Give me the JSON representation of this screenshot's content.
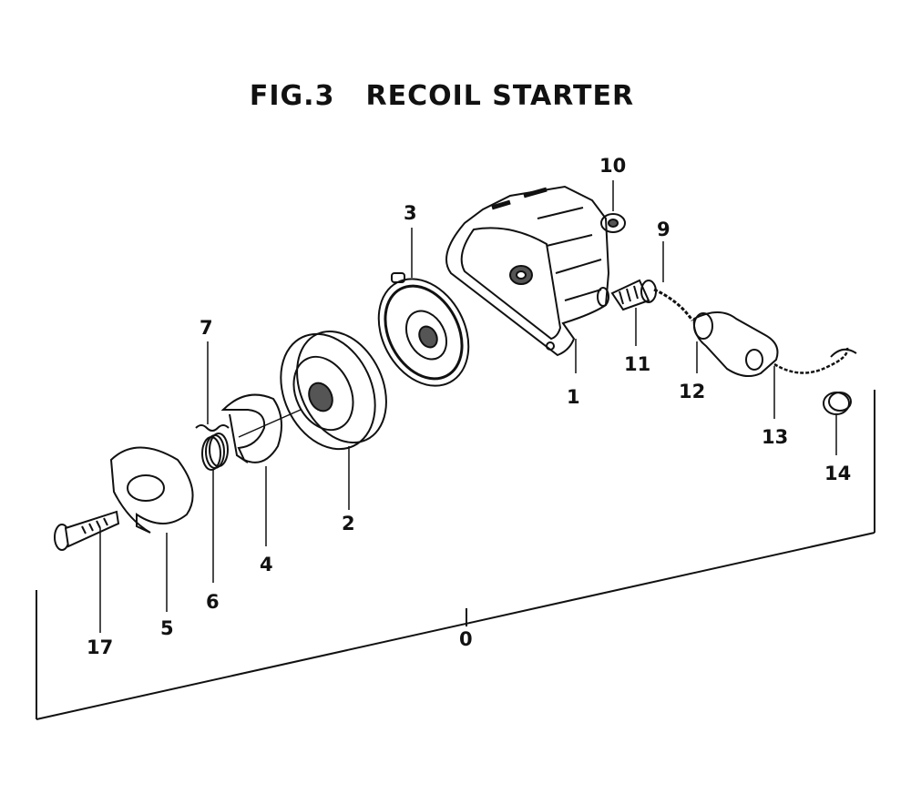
{
  "figure": {
    "number": "FIG.3",
    "name": "RECOIL  STARTER"
  },
  "callouts": [
    "0",
    "1",
    "2",
    "3",
    "4",
    "5",
    "6",
    "7",
    "9",
    "10",
    "11",
    "12",
    "13",
    "14",
    "17"
  ],
  "colors": {
    "ink": "#111111",
    "paper": "#ffffff",
    "shade": "#555555"
  }
}
